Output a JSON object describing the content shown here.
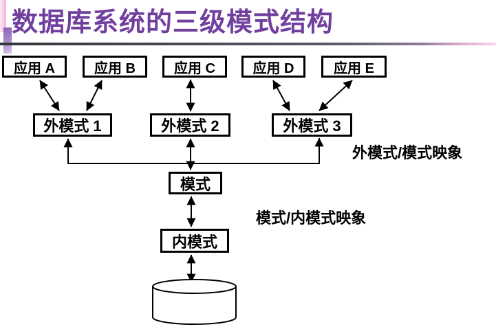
{
  "title": "数据库系统的三级模式结构",
  "diagram": {
    "applications": [
      {
        "label": "应用 A"
      },
      {
        "label": "应用 B"
      },
      {
        "label": "应用 C"
      },
      {
        "label": "应用 D"
      },
      {
        "label": "应用 E"
      }
    ],
    "external_schemas": [
      {
        "label": "外模式 1"
      },
      {
        "label": "外模式 2"
      },
      {
        "label": "外模式 3"
      }
    ],
    "schema": {
      "label": "模式"
    },
    "internal_schema": {
      "label": "内模式"
    },
    "mappings": [
      {
        "label": "外模式/模式映象"
      },
      {
        "label": "模式/内模式映象"
      }
    ],
    "icons": {
      "database": "database-cylinder-icon"
    }
  },
  "colors": {
    "title_text": "#71409f",
    "rule_dark": "#35353c",
    "rule_pink": "#f6d7e9",
    "decor_pink_bar": "#f2b3d6",
    "decor_purple_bar": "#8a63b4",
    "box_border": "#000000",
    "box_fill": "#ffffff",
    "arrow": "#000000"
  }
}
